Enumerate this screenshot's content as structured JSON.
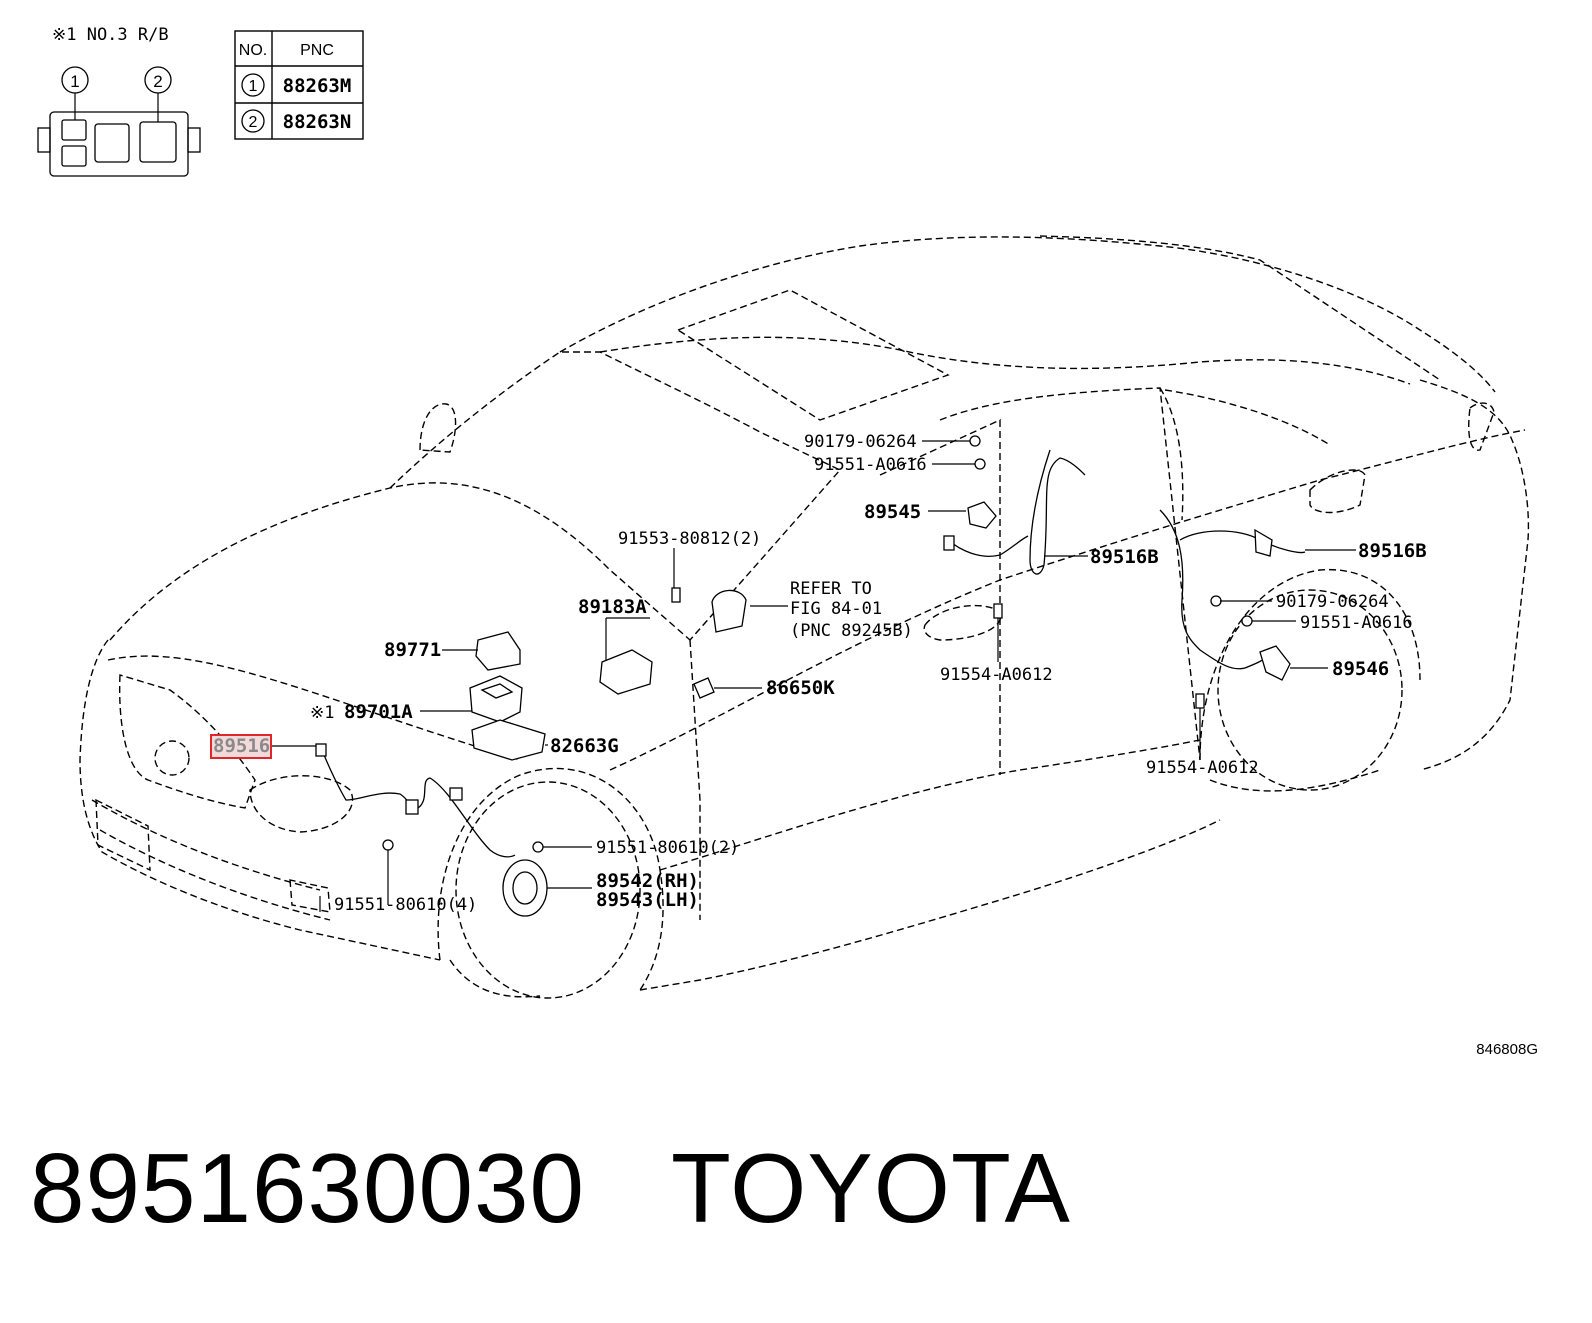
{
  "relay_block": {
    "note": "※1  NO.3 R/B",
    "marker_1": "1",
    "marker_2": "2"
  },
  "pnc_table": {
    "header_no": "NO.",
    "header_pnc": "PNC",
    "rows": [
      {
        "no": "1",
        "pnc": "88263M"
      },
      {
        "no": "2",
        "pnc": "88263N"
      }
    ]
  },
  "callouts": {
    "p90179_06264_rear": "90179-06264",
    "p91551_a0616_rear": "91551-A0616",
    "p89545": "89545",
    "p89516b_left": "89516B",
    "p89516b_right": "89516B",
    "p91553_80812": "91553-80812(2)",
    "refer_line1": "REFER TO",
    "refer_line2": "FIG 84-01",
    "refer_line3": "(PNC 89245B)",
    "p89183a": "89183A",
    "p89771": "89771",
    "p89701a_mark": "※1",
    "p89701a": "89701A",
    "p89516_highlight": "89516",
    "p82663g": "82663G",
    "p86650k": "86650K",
    "p91554_a0612_mid": "91554-A0612",
    "p90179_06264_front": "90179-06264",
    "p91551_a0616_front": "91551-A0616",
    "p89546": "89546",
    "p91554_a0612_rear": "91554-A0612",
    "p91551_80610_2": "91551-80610(2)",
    "p89542": "89542(RH)",
    "p89543": "89543(LH)",
    "p91551_80610_4": "91551-80610(4)"
  },
  "figure_id": "846808G",
  "footer": {
    "part_number": "8951630030",
    "brand": "TOYOTA"
  },
  "colors": {
    "highlight_border": "#e0262b",
    "highlight_fill": "#f3dada"
  }
}
